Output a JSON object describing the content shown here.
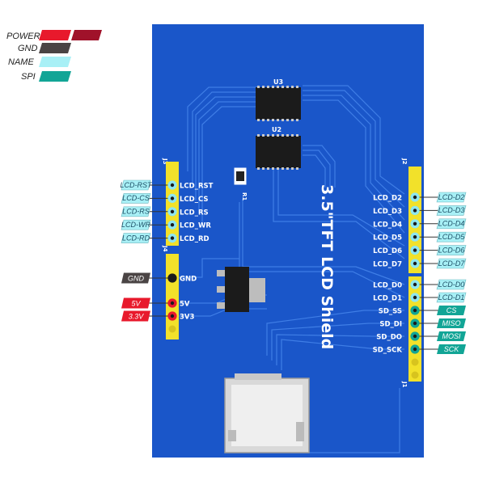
{
  "legend": [
    {
      "label": "POWER",
      "colors": [
        "#e8192c",
        "#a0122a"
      ]
    },
    {
      "label": "GND",
      "colors": [
        "#4a4444"
      ]
    },
    {
      "label": "NAME",
      "colors": [
        "#a8f0f6"
      ]
    },
    {
      "label": "SPI",
      "colors": [
        "#12a596"
      ]
    }
  ],
  "colors": {
    "board": "#1a56c9",
    "trace": "#3f7ee6",
    "header": "#f2e12a",
    "power_pin": "#e8192c",
    "name_tag": "#a8f0f6",
    "spi_tag": "#12a596",
    "gnd_tag": "#4a4444"
  },
  "board": {
    "title": "3.5\"TFT LCD Shield",
    "chips": [
      "U3",
      "U2"
    ],
    "resistor": "R1",
    "headers": [
      "J3",
      "J4",
      "J2",
      "J1"
    ]
  },
  "left_header_j3": {
    "pins": [
      {
        "silk": "LCD_RST",
        "tag": "LCD-RST"
      },
      {
        "silk": "LCD_CS",
        "tag": "LCD-CS"
      },
      {
        "silk": "LCD_RS",
        "tag": "LCD-RS"
      },
      {
        "silk": "LCD_WR",
        "tag": "LCD-WR"
      },
      {
        "silk": "LCD_RD",
        "tag": "LCD-RD"
      }
    ]
  },
  "left_header_j4": {
    "pins": [
      {
        "silk": "GND",
        "tag": "GND",
        "kind": "gnd"
      },
      {
        "silk": "5V",
        "tag": "5V",
        "kind": "power"
      },
      {
        "silk": "3V3",
        "tag": "3.3V",
        "kind": "power"
      }
    ]
  },
  "right_header_j2": {
    "pins": [
      {
        "silk": "LCD_D2",
        "tag": "LCD-D2"
      },
      {
        "silk": "LCD_D3",
        "tag": "LCD-D3"
      },
      {
        "silk": "LCD_D4",
        "tag": "LCD-D4"
      },
      {
        "silk": "LCD_D5",
        "tag": "LCD-D5"
      },
      {
        "silk": "LCD_D6",
        "tag": "LCD-D6"
      },
      {
        "silk": "LCD_D7",
        "tag": "LCD-D7"
      }
    ]
  },
  "right_header_j1": {
    "pins": [
      {
        "silk": "LCD_D0",
        "tag": "LCD-D0",
        "kind": "name"
      },
      {
        "silk": "LCD_D1",
        "tag": "LCD-D1",
        "kind": "name"
      },
      {
        "silk": "SD_SS",
        "tag": "CS",
        "kind": "spi"
      },
      {
        "silk": "SD_DI",
        "tag": "MISO",
        "kind": "spi"
      },
      {
        "silk": "SD_DO",
        "tag": "MOSI",
        "kind": "spi"
      },
      {
        "silk": "SD_SCK",
        "tag": "SCK",
        "kind": "spi"
      }
    ]
  }
}
